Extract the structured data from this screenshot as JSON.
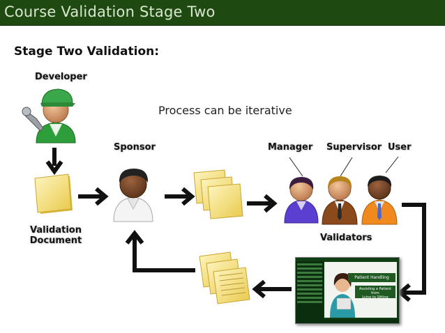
{
  "slide": {
    "title": "Course Validation Stage Two",
    "subtitle": "Stage Two Validation:",
    "note": "Process can be iterative"
  },
  "roles": {
    "developer": "Developer",
    "sponsor": "Sponsor",
    "manager": "Manager",
    "supervisor": "Supervisor",
    "user": "User",
    "validators": "Validators"
  },
  "document": {
    "line1": "Validation",
    "line2": "Document"
  },
  "screenshot": {
    "series_title": "Patient Handling Series",
    "lesson_line1": "Assisting a Patient from",
    "lesson_line2": "Lying to Sitting"
  },
  "colors": {
    "title_bar": "#1e4a12",
    "arrow": "#111111",
    "document_yellow": "#f3dc6b",
    "manager_shirt": "#5a3fd0",
    "supervisor_jacket": "#8a4a1c",
    "user_shirt": "#f08a1e",
    "developer_shirt": "#2e9e3a"
  }
}
